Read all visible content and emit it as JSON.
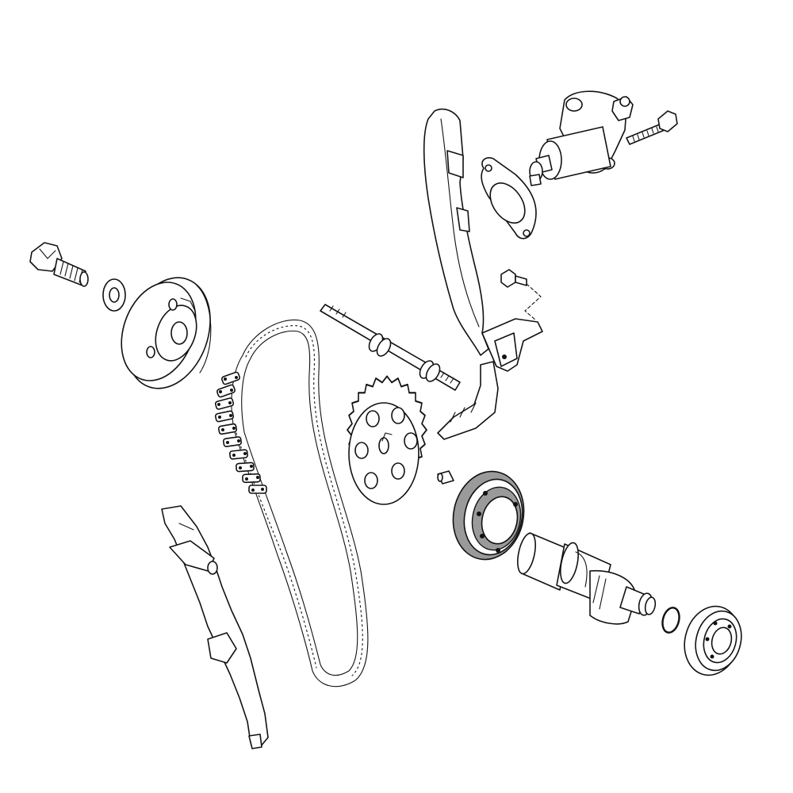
{
  "diagram": {
    "type": "exploded-parts-view",
    "colors": {
      "line": "#111111",
      "background": "#ffffff",
      "highlight": "#9a9a9a"
    },
    "highlighted_part": "camshaft-bearing",
    "parts": [
      "chain-tensioner-assembly",
      "tensioner-bolt",
      "tensioner-gasket",
      "tensioner-rail",
      "guide-rail-bolt",
      "chain-guide-bracket",
      "flywheel-bolt",
      "washer",
      "flywheel-rotor",
      "rail-pivot-shaft",
      "timing-chain",
      "camshaft-sprocket",
      "dowel-pin",
      "camshaft-bearing",
      "camshaft",
      "o-ring",
      "end-bearing",
      "guide-rail"
    ]
  }
}
